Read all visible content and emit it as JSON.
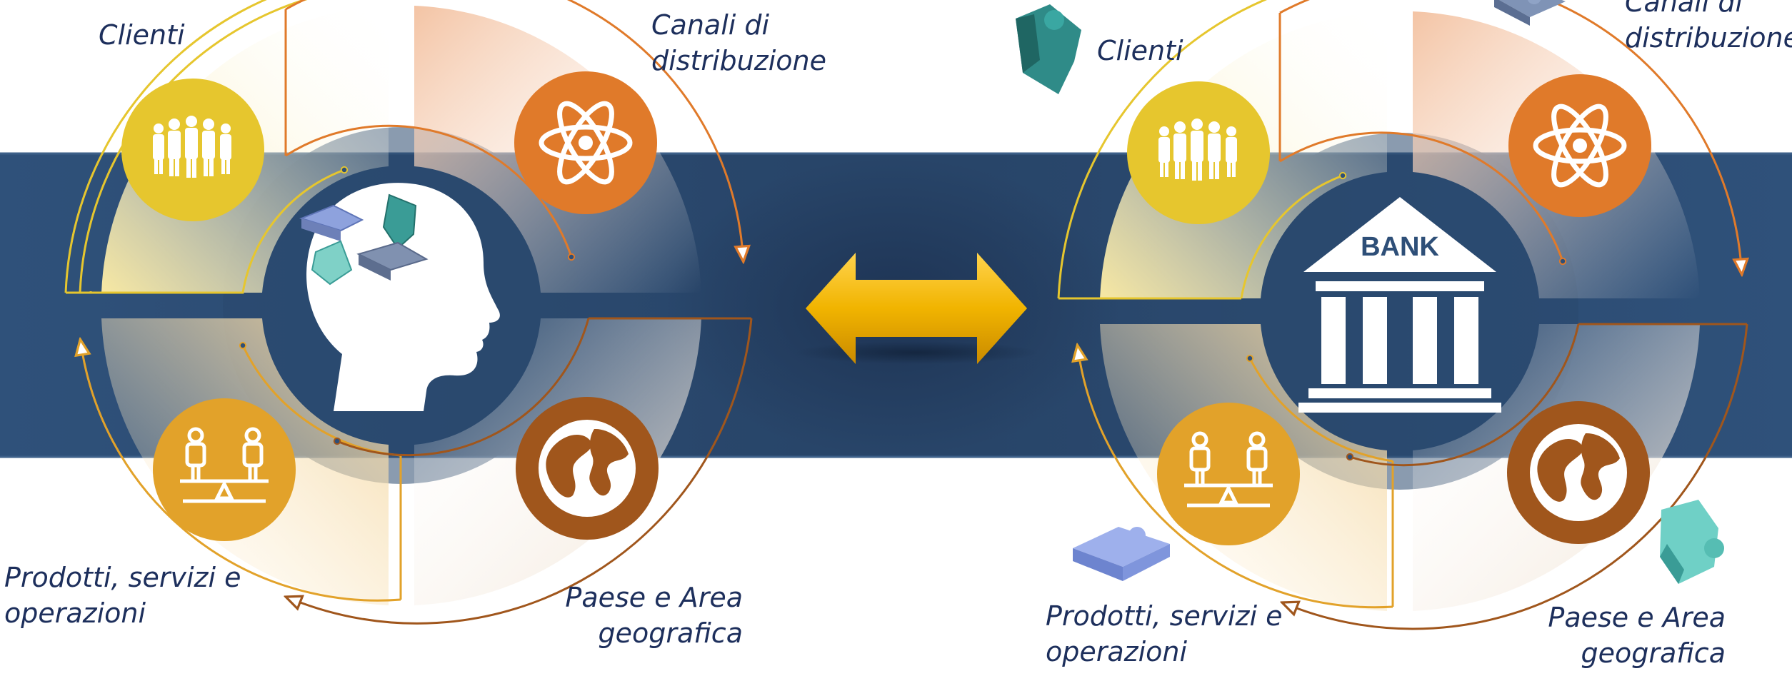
{
  "diagram": {
    "title": "",
    "colors": {
      "band": "#2e4f78",
      "band_edge": "#3d6089",
      "clienti": "#e6c62e",
      "canali": "#e07a2a",
      "prodotti": "#e2a22a",
      "paese": "#a0561c",
      "arrow": "#f1b400",
      "text": "#1d2f5c",
      "puzzle_teal": "#3a9c96",
      "puzzle_blue": "#8ea2dd",
      "puzzle_slate": "#6d80a3"
    },
    "left": {
      "center_icon": "head-with-puzzle-pieces-icon",
      "segments": {
        "clienti": {
          "label_lines": [
            "Clienti"
          ],
          "icon": "people-group-icon"
        },
        "canali": {
          "label_lines": [
            "Canali di",
            "distribuzione"
          ],
          "icon": "atom-icon"
        },
        "prodotti": {
          "label_lines": [
            "Prodotti, servizi e",
            "operazioni"
          ],
          "icon": "balance-scale-people-icon"
        },
        "paese": {
          "label_lines": [
            "Paese e Area",
            "geografica"
          ],
          "icon": "globe-icon"
        }
      }
    },
    "connector": {
      "icon": "double-headed-arrow-icon"
    },
    "right": {
      "center_icon": "bank-building-icon",
      "center_text": "BANK",
      "segments": {
        "clienti": {
          "label_lines": [
            "Clienti"
          ],
          "icon": "people-group-icon"
        },
        "canali": {
          "label_lines": [
            "Canali di",
            "distribuzione"
          ],
          "icon": "atom-icon"
        },
        "prodotti": {
          "label_lines": [
            "Prodotti, servizi e",
            "operazioni"
          ],
          "icon": "balance-scale-people-icon"
        },
        "paese": {
          "label_lines": [
            "Paese e Area",
            "geografica"
          ],
          "icon": "globe-icon"
        }
      }
    }
  }
}
